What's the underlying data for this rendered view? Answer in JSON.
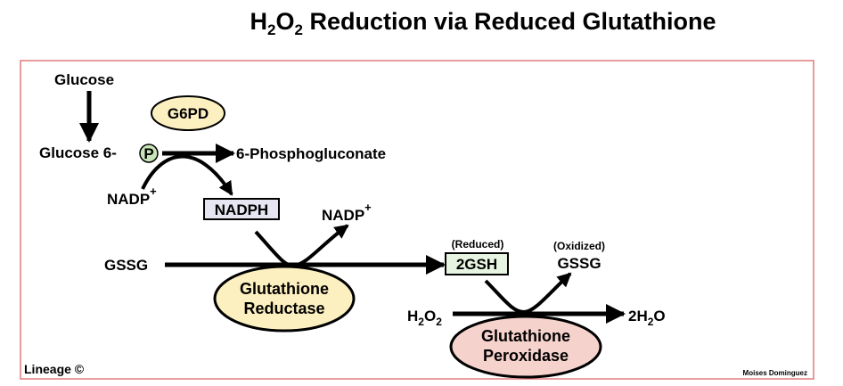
{
  "title": {
    "prefix": "H",
    "sub1": "2",
    "mid": "O",
    "sub2": "2",
    "rest": " Reduction via Reduced Glutathione"
  },
  "colors": {
    "frame": "#e07b7b",
    "g6pd_fill": "#fdf0c0",
    "phosphate_fill": "#c9e4b8",
    "nadph_fill": "#e6e6f2",
    "reductase_fill": "#fdf0c0",
    "gsh_fill": "#e6f4e1",
    "peroxidase_fill": "#f6d2cc"
  },
  "pathway": {
    "glucose": "Glucose",
    "glucose6_prefix": "Glucose 6-",
    "phosphate": "P",
    "enzyme_g6pd": "G6PD",
    "product_6pg": "6-Phosphogluconate",
    "nadp_in": "NADP",
    "nadp_in_sup": "+",
    "nadph": "NADPH",
    "nadp_out": "NADP",
    "nadp_out_sup": "+",
    "gssg_in": "GSSG",
    "reductase_line1": "Glutathione",
    "reductase_line2": "Reductase",
    "reduced_label": "(Reduced)",
    "gsh": "2GSH",
    "oxidized_label": "(Oxidized)",
    "gssg_out": "GSSG",
    "h2o2_h": "H",
    "h2o2_sub1": "2",
    "h2o2_o": "O",
    "h2o2_sub2": "2",
    "water_prefix": "2H",
    "water_sub": "2",
    "water_o": "O",
    "peroxidase_line1": "Glutathione",
    "peroxidase_line2": "Peroxidase"
  },
  "footer": {
    "lineage": "Lineage ©",
    "credit": "Moises Dominguez"
  }
}
